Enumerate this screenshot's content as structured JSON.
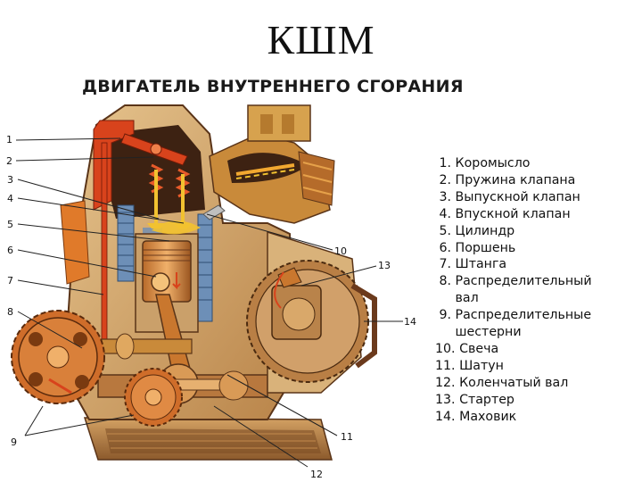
{
  "slide": {
    "title": "КШМ",
    "heading": "ДВИГАТЕЛЬ ВНУТРЕННЕГО СГОРАНИЯ"
  },
  "callouts": [
    "1",
    "2",
    "3",
    "4",
    "5",
    "6",
    "7",
    "8",
    "9",
    "10",
    "11",
    "12",
    "13",
    "14"
  ],
  "legend": [
    " 1. Коромысло",
    " 2. Пружина клапана",
    " 3. Выпускной клапан",
    " 4. Впускной клапан",
    " 5. Цилиндр",
    " 6. Поршень",
    " 7. Штанга",
    " 8. Распределительный",
    "     вал",
    " 9. Распределительные",
    "     шестерни",
    "10. Свеча",
    "11. Шатун",
    "12. Коленчатый вал",
    "13. Стартер",
    "14. Маховик"
  ],
  "colors": {
    "engine_body": "#d9b27a",
    "engine_dark": "#6b3a1c",
    "copper": "#c9772e",
    "valve_red": "#d8431c",
    "coolant_blue": "#6d8fb7",
    "flame_yellow": "#f2c230",
    "gear_orange": "#cf6d2a"
  }
}
